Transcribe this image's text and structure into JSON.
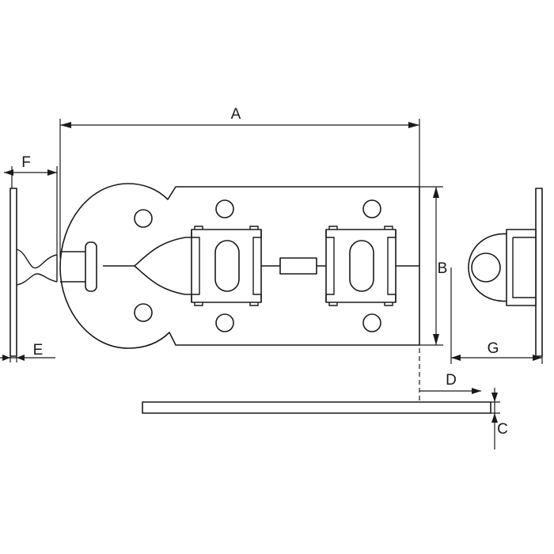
{
  "dimensions": {
    "a": "A",
    "b": "B",
    "c": "C",
    "d": "D",
    "e": "E",
    "f": "F",
    "g": "G"
  }
}
